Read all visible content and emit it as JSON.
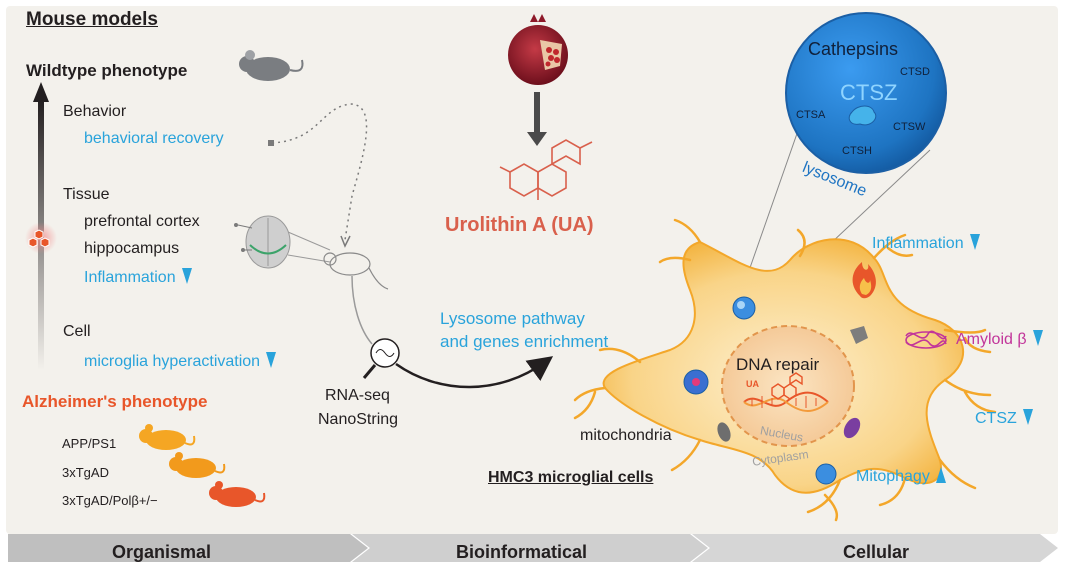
{
  "header": {
    "title": "Mouse models"
  },
  "organismal": {
    "wildtype": "Wildtype phenotype",
    "behavior_heading": "Behavior",
    "behavior_item": "behavioral recovery",
    "tissue_heading": "Tissue",
    "tissue_pfc": "prefrontal cortex",
    "tissue_hippo": "hippocampus",
    "tissue_inflammation": "Inflammation",
    "cell_heading": "Cell",
    "cell_item": "microglia hyperactivation",
    "alz": "Alzheimer's phenotype",
    "models": [
      "APP/PS1",
      "3xTgAD",
      "3xTgAD/Polβ+/−"
    ]
  },
  "bioinformatical": {
    "compound": "Urolithin A (UA)",
    "methods_line1": "RNA-seq",
    "methods_line2": "NanoString",
    "lysosome_line1": "Lysosome pathway",
    "lysosome_line2": "and genes enrichment"
  },
  "cellular": {
    "cathepsins_title": "Cathepsins",
    "ctsz": "CTSZ",
    "ctsd": "CTSD",
    "ctsa": "CTSA",
    "ctsw": "CTSW",
    "ctsh": "CTSH",
    "lysosome": "lysosome",
    "inflammation": "Inflammation",
    "amyloid": "Amyloid β",
    "ctsz_outcome": "CTSZ",
    "mitophagy": "Mitophagy",
    "dna_repair": "DNA repair",
    "ua_label": "UA",
    "nucleus": "Nucleus",
    "cytoplasm": "Cytoplasm",
    "mitochondria": "mitochondria",
    "cell_label": "HMC3 microglial cells"
  },
  "stages": [
    "Organismal",
    "Bioinformatical",
    "Cellular"
  ],
  "colors": {
    "label_blue": "#29a3db",
    "alz_orange": "#e8562a",
    "ua_salmon": "#d9604c",
    "cell_orange": "#f7c46b",
    "lysosome_blue": "#1e74c2"
  }
}
